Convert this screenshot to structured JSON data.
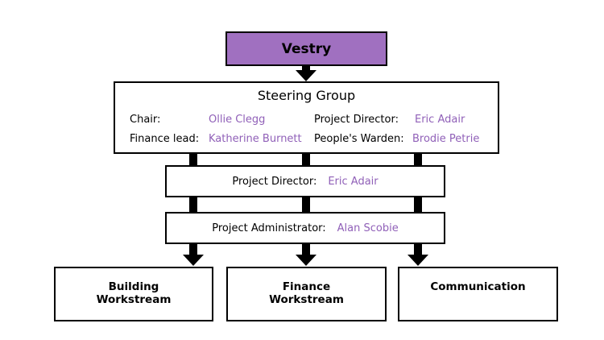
{
  "colors": {
    "accent_purple": "#a070c0",
    "value_text": "#9060b8",
    "border": "#000000"
  },
  "vestry": {
    "label": "Vestry"
  },
  "steering_group": {
    "title": "Steering Group",
    "chair_label": "Chair:",
    "chair_value": "Ollie Clegg",
    "finance_lead_label": "Finance lead:",
    "finance_lead_value": "Katherine Burnett",
    "project_director_label": "Project Director:",
    "project_director_value": "Eric Adair",
    "peoples_warden_label": "People's Warden:",
    "peoples_warden_value": "Brodie Petrie"
  },
  "project_director": {
    "label": "Project Director:",
    "value": "Eric Adair"
  },
  "project_administrator": {
    "label": "Project Administrator:",
    "value": "Alan Scobie"
  },
  "workstreams": [
    {
      "label": "Building\nWorkstream"
    },
    {
      "label": "Finance\nWorkstream"
    },
    {
      "label": "Communication"
    }
  ]
}
